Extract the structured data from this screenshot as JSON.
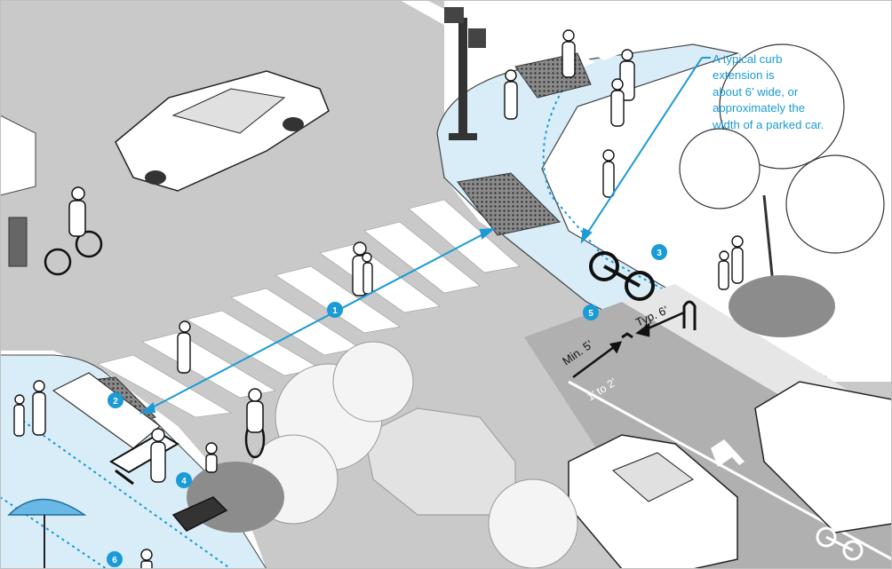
{
  "callout": {
    "lines": [
      "A typical curb",
      "extension is",
      "about 6’ wide, or",
      "approximately the",
      "width of a parked car."
    ]
  },
  "dimensions": {
    "typ": "Typ. 6’",
    "min": "Min. 5’",
    "offset": "1’ to 2’"
  },
  "markers": [
    "1",
    "2",
    "3",
    "4",
    "5",
    "6"
  ],
  "colors": {
    "accent": "#1a9ad6",
    "curb_fill": "#d8edf8",
    "roadway": "#c9c9c9",
    "bike_lane": "#9a9a9a",
    "sidewalk": "#ffffff"
  },
  "icons": [
    "pedestrian-icon",
    "bicycle-icon",
    "tree-icon",
    "car-icon",
    "bench-icon",
    "umbrella-icon",
    "traffic-signal-icon",
    "bike-rack-icon",
    "bike-symbol-icon",
    "direction-arrow-icon"
  ]
}
